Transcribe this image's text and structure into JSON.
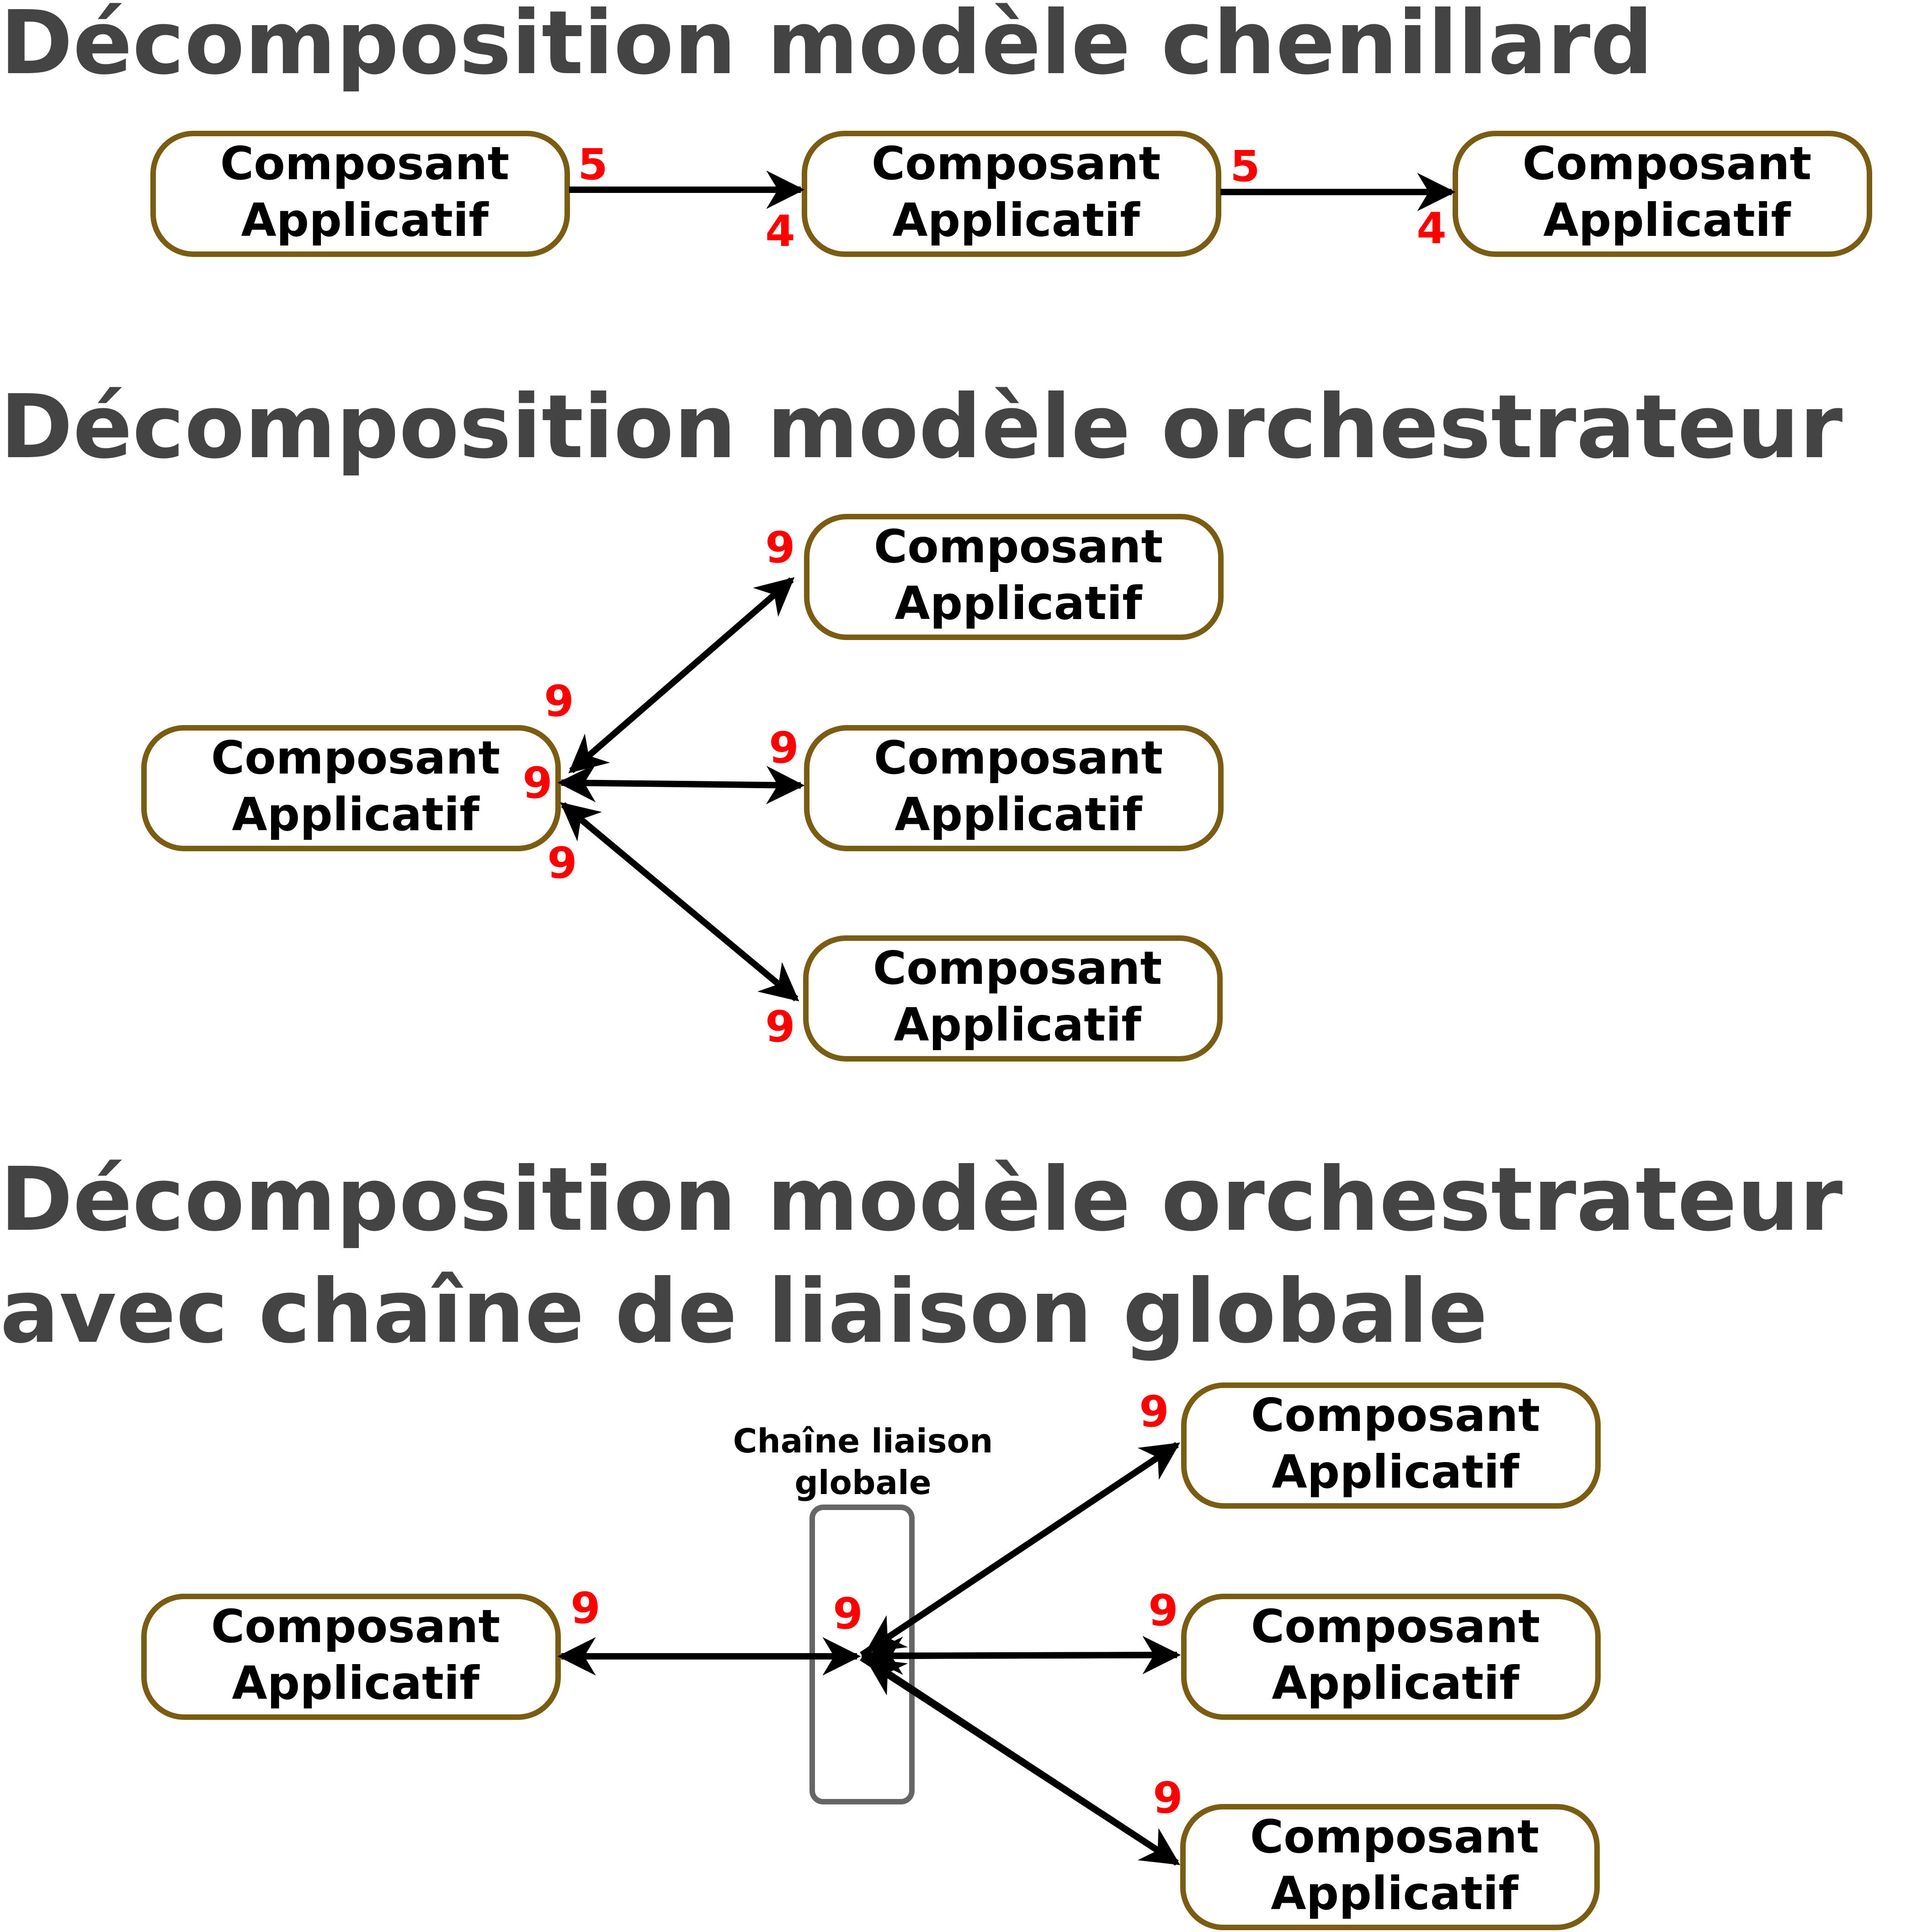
{
  "component": {
    "line1": "Composant",
    "line2": "Applicatif"
  },
  "sections": {
    "chenillard": {
      "title": "Décomposition modèle chenillard",
      "labels": {
        "out_1": "5",
        "in_2": "4",
        "out_2": "5",
        "in_3": "4"
      }
    },
    "orchestrateur": {
      "title": "Décomposition modèle orchestrateur",
      "labels": {
        "center_top": "9",
        "center_mid": "9",
        "center_bottom": "9",
        "top": "9",
        "middle": "9",
        "bottom": "9"
      }
    },
    "orchestrateur_chaine": {
      "title_line1": "Décomposition modèle orchestrateur",
      "title_line2": "avec chaîne de liaison globale",
      "chain": {
        "line1": "Chaîne liaison",
        "line2": "globale",
        "label": "9"
      },
      "labels": {
        "left": "9",
        "top": "9",
        "middle": "9",
        "bottom": "9"
      }
    }
  },
  "colors": {
    "title": "#444444",
    "box_border": "#7a5c12",
    "number": "#ff0000",
    "arrow": "#000000",
    "chain_border": "#666666"
  }
}
